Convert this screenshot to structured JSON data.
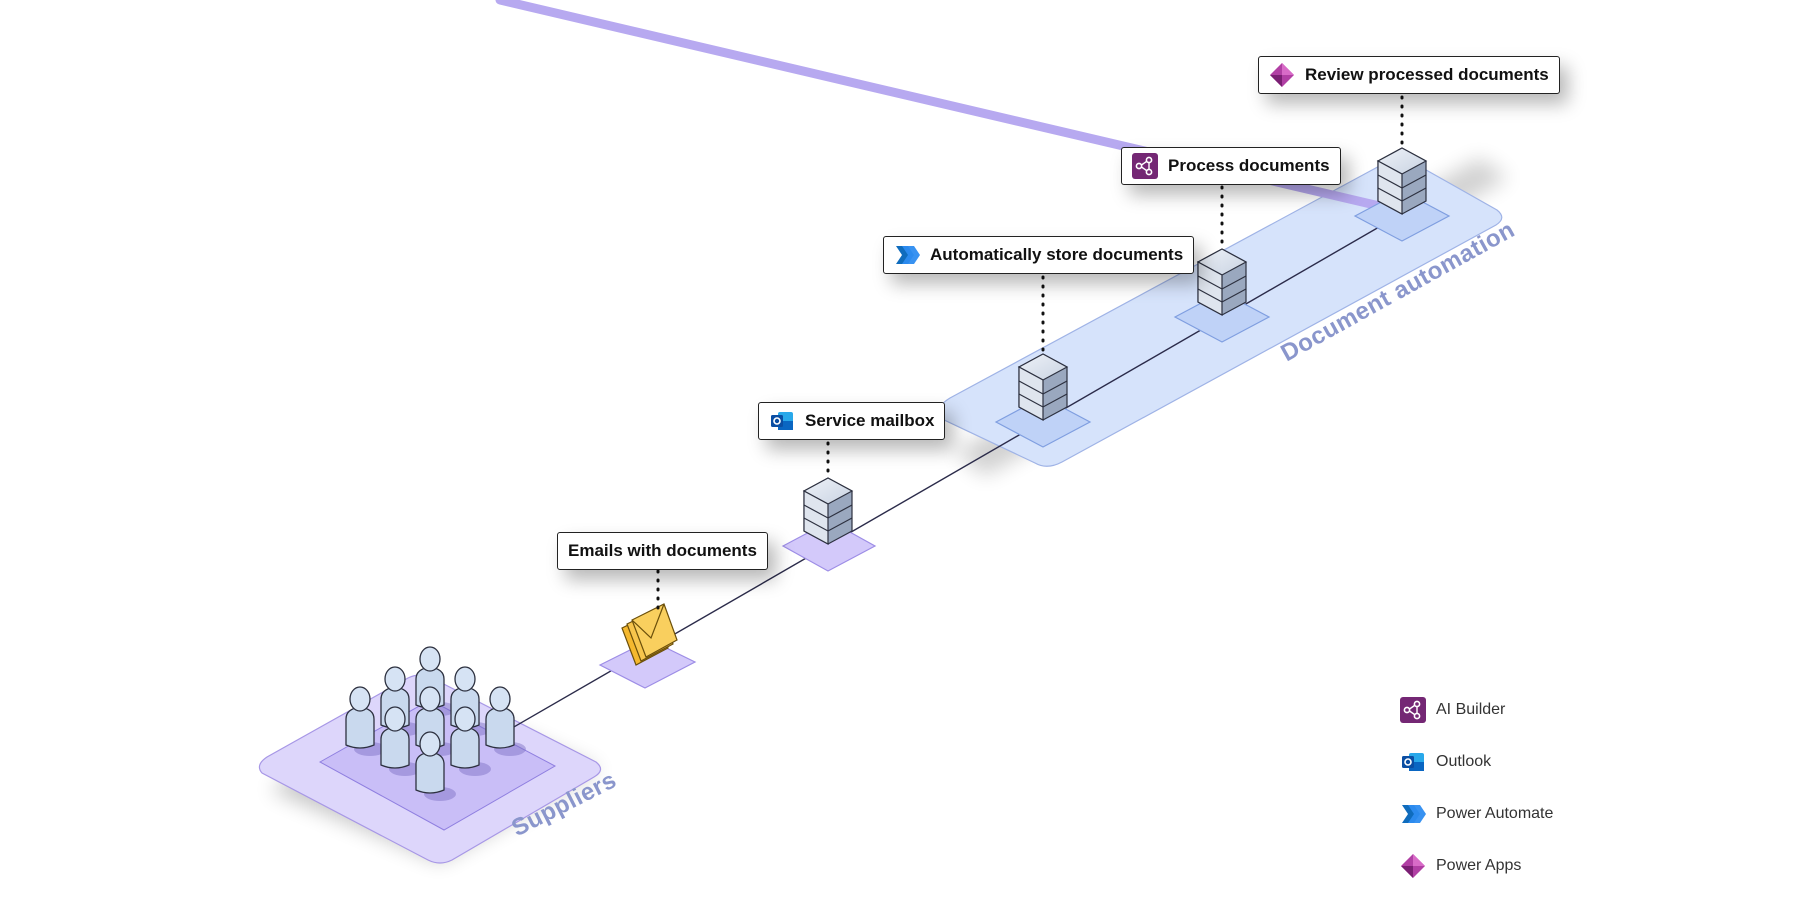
{
  "callouts": {
    "emails": "Emails with documents",
    "mailbox": "Service mailbox",
    "store": "Automatically store documents",
    "process": "Process documents",
    "review": "Review processed documents"
  },
  "zones": {
    "suppliers": "Suppliers",
    "automation": "Document automation"
  },
  "legend": {
    "ai_builder": "AI Builder",
    "outlook": "Outlook",
    "power_automate": "Power Automate",
    "power_apps": "Power Apps"
  },
  "colors": {
    "suppliers_platform": "#ddd6fb",
    "automation_platform": "#d6e3fb",
    "pipe": "#b7a9f0",
    "ai_builder": "#742774",
    "outlook": "#0a66c2",
    "power_automate": "#1a5fd6",
    "power_apps": "#b13fa4",
    "envelope": "#f5b82e"
  }
}
